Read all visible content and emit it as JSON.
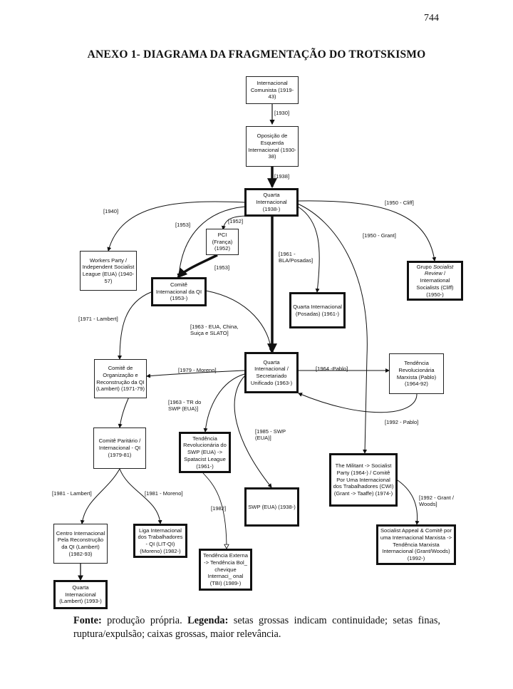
{
  "page_number": "744",
  "title": "ANEXO 1- DIAGRAMA DA FRAGMENTAÇÃO DO TROTSKISMO",
  "nodes": {
    "comintern": "Internacional Comunista (1919-43)",
    "oposicao": "Oposição de Esquerda Internacional (1930-38)",
    "quarta": "Quarta Internacional (1938-)",
    "workers_party": "Workers Party / Independent Socialist League (EUA) (1940-57)",
    "pci": "PCI (França) (1952)",
    "comite_qi": "Comitê Internacional da QI (1953-)",
    "quarta_posadas": "Quarta Internacional (Posadas) (1961-)",
    "grupo_sr_pre": "Grupo ",
    "grupo_sr_italic": "Socialist Review",
    "grupo_sr_post": " / International Socialists (Cliff) (1950-)",
    "comite_org": "Comitê de Organização e Reconstrução da QI (Lambert) (1971-79)",
    "quarta_su": "Quarta Internacional / Secretariado Unificado (1963-)",
    "tendencia_pablo": "Tendência Revolucionária Marxista (Pablo) (1964-92)",
    "comite_paritario": "Comitê Paritário / Internacional - QI (1979-81)",
    "trsl": "Tendência Revolucionária do SWP (EUA) -> Spatacist League (1961-)",
    "militant": "The Militant -> Socialist Party (1964-) / Comitê Por Uma Internacional dos Trabalhadores (CWI) (Grant -> Taaffe) (1974-)",
    "swp": "SWP (EUA) (1938-)",
    "centro": "Centro Internacional Pela Reconstrução da QI (Lambert) (1982-93)",
    "liga": "Liga Internacional dos Trabalhadores - QI (LIT-QI) (Moreno) (1982-)",
    "tbi": "Tendência Externa -> Tendência Bol_ chevique Internaci_ onal (TBI) (1989-)",
    "socialist_appeal": "Socialist Appeal & Comitê por uma Internacional Marxista -> Tendência Marxista Internacional (Grant/Woods) (1992-)",
    "quarta_lambert": "Quarta Internacional (Lambert) (1993-)"
  },
  "edge_labels": {
    "e1930": "[1930]",
    "e1938": "[1938]",
    "e1940": "[1940]",
    "e1950cliff": "[1950 - Cliff]",
    "e1953a": "[1953]",
    "e1952": "[1952]",
    "e1950grant": "[1950 - Grant]",
    "e1961bla": "[1961 - BLA/Posadas]",
    "e1953b": "[1953]",
    "e1971": "[1971 - Lambert]",
    "e1963eua": "[1963 - EUA, China, Suiça e SLATO]",
    "e1979": "[1979 - Moreno]",
    "e1964pablo": "[1964 -Pablo]",
    "e1963tr": "[1963 - TR do SWP (EUA)]",
    "e1985": "[1985 - SWP (EUA)]",
    "e1992pablo": "[1992 - Pablo]",
    "e1981lambert": "[1981 - Lambert]",
    "e1981moreno": "[1981 - Moreno]",
    "e1982": "[1982]",
    "e1992grant": "[1992 - Grant / Woods]"
  },
  "caption": {
    "fonte_label": "Fonte:",
    "fonte_text": " produção própria. ",
    "legenda_label": "Legenda:",
    "legenda_text": " setas grossas indicam continuidade; setas finas, ruptura/expulsão; caixas grossas, maior relevância."
  }
}
